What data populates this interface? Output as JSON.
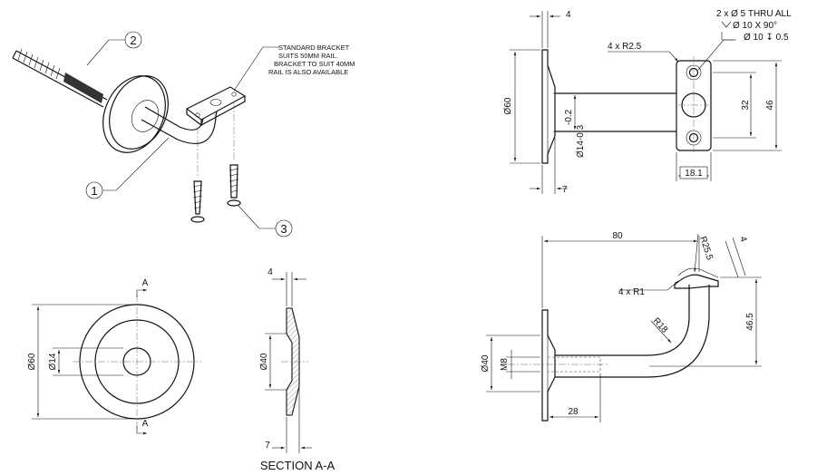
{
  "iso": {
    "note": [
      "STANDARD BRACKET",
      "SUITS 50MM RAIL.",
      "BRACKET TO SUIT 40MM",
      "RAIL IS ALSO AVAILABLE"
    ],
    "balloon_1": "1",
    "balloon_2": "2",
    "balloon_3": "3"
  },
  "front": {
    "section_label_top": "A",
    "section_label_bottom": "A",
    "dia_outer": "Ø60",
    "dia_inner": "Ø14"
  },
  "section": {
    "dim_thickness": "4",
    "dia": "Ø40",
    "dim_depth": "7",
    "caption": "SECTION A-A"
  },
  "side": {
    "dim_top": "4",
    "dia_60": "Ø60",
    "tol_upper": "-0.2",
    "tol_lower": "Ø14-0.3",
    "dim_bottom": "7",
    "fillet_note": "4 x R2.5",
    "hole_note": [
      "2 x Ø 5 THRU ALL",
      "Ø 10 X 90°",
      "Ø 10 ↧ 0.5"
    ],
    "dim_32": "32",
    "dim_46": "46",
    "dim_18": "18.1"
  },
  "elev": {
    "dim_80": "80",
    "dim_r255": "R25.5",
    "dim_4": "4",
    "fillet_note": "4 x R1",
    "dim_r18": "R18",
    "dim_465": "46.5",
    "dia_40": "Ø40",
    "thread": "M8",
    "dim_28": "28"
  }
}
